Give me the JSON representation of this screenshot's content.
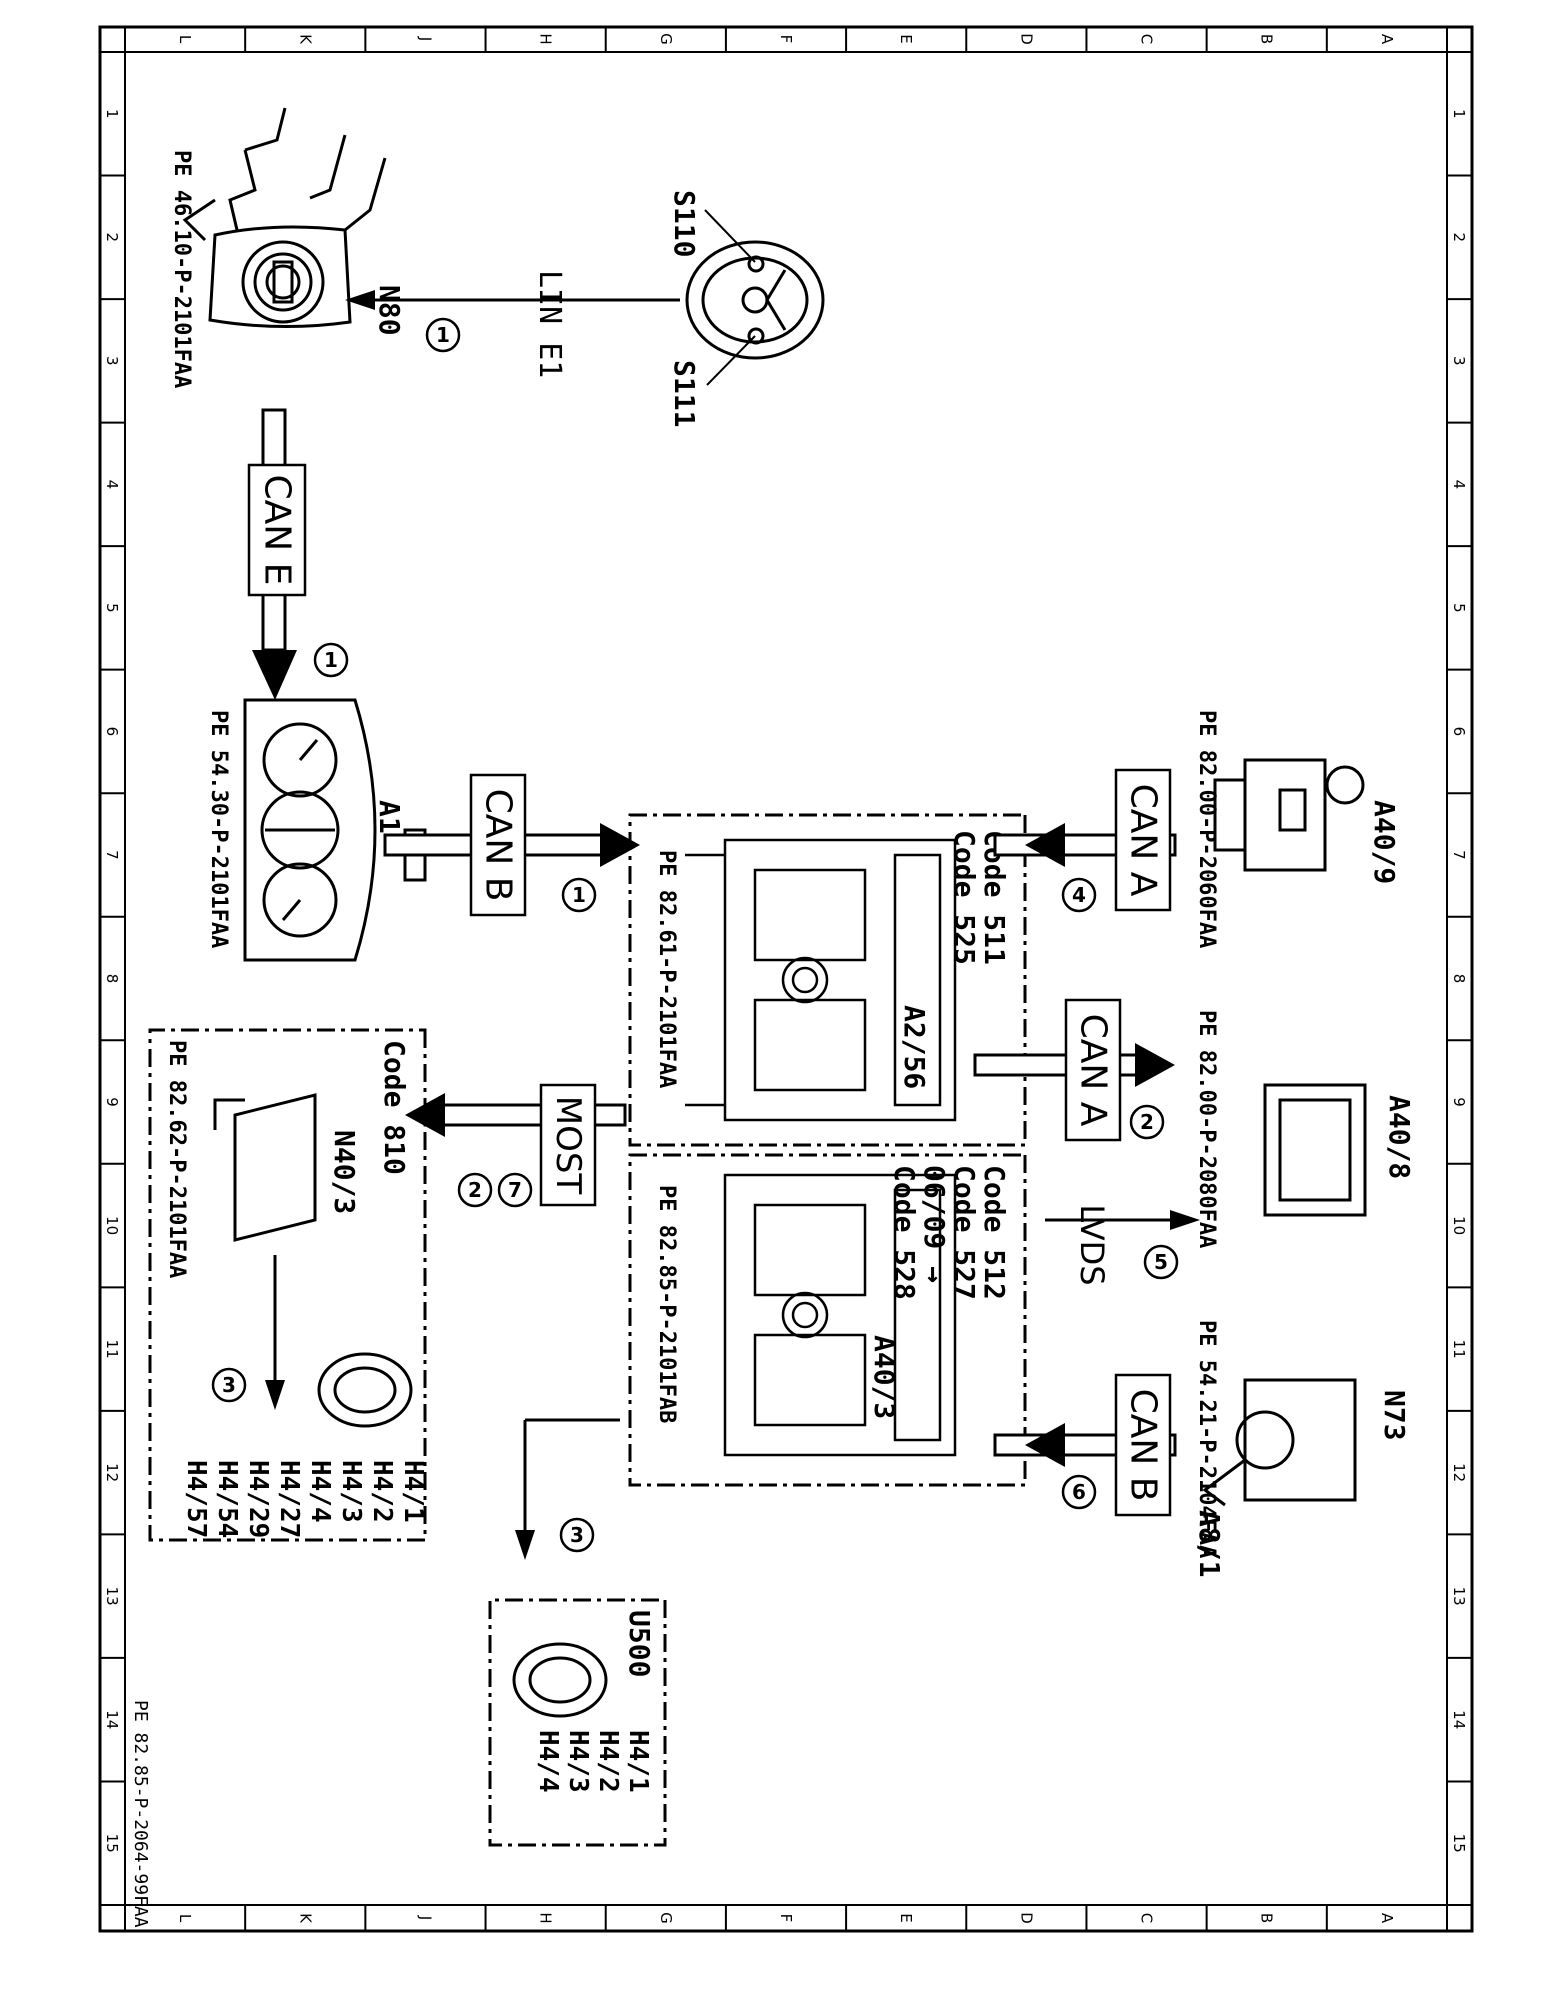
{
  "grid": {
    "letters": [
      "A",
      "B",
      "C",
      "D",
      "E",
      "F",
      "G",
      "H",
      "J",
      "K",
      "L"
    ],
    "numbers": [
      "1",
      "2",
      "3",
      "4",
      "5",
      "6",
      "7",
      "8",
      "9",
      "10",
      "11",
      "12",
      "13",
      "14",
      "15"
    ]
  },
  "doc_ref": "PE 82.85-P-2064-99FAA",
  "components": {
    "s110": "S110",
    "s111": "S111",
    "n80": "N80",
    "n80_ref": "PE 46.10-P-2101FAA",
    "a1": "A1",
    "a1_ref": "PE 54.30-P-2101FAA",
    "a40_9": "A40/9",
    "a40_9_ref": "PE 82.00-P-2060FAA",
    "a40_8": "A40/8",
    "a40_8_ref": "PE 82.00-P-2080FAA",
    "n73": "N73",
    "a8_1": "A8/1",
    "n73_ref": "PE 54.21-P-2104FAA",
    "a2_56": "A2/56",
    "a2_56_ref": "PE 82.61-P-2101FAA",
    "a2_56_code1": "Code 511",
    "a2_56_code2": "Code 525",
    "a40_3": "A40/3",
    "a40_3_ref": "PE 82.85-P-2101FAB",
    "a40_3_code1": "Code 512",
    "a40_3_code2": "Code 527",
    "a40_3_code3": "06/09 →",
    "a40_3_code4": "Code 528",
    "n40_3": "N40/3",
    "n40_3_ref": "PE 82.62-P-2101FAA",
    "n40_3_code": "Code 810",
    "n40_3_speakers": [
      "H4/1",
      "H4/2",
      "H4/3",
      "H4/4",
      "H4/27",
      "H4/29",
      "H4/54",
      "H4/57"
    ],
    "u500": "U500",
    "u500_speakers": [
      "H4/1",
      "H4/2",
      "H4/3",
      "H4/4"
    ]
  },
  "connections": {
    "lin_e1": "LIN E1",
    "can_e": "CAN E",
    "can_b_a1": "CAN B",
    "can_a_a409": "CAN A",
    "can_a_a408": "CAN A",
    "lvds": "LVDS",
    "can_b_n73": "CAN B",
    "most": "MOST"
  },
  "markers": {
    "m_lin": "1",
    "m_cane": "1",
    "m_canb": "1",
    "m_cana4": "4",
    "m_cana2": "2",
    "m_lvds": "5",
    "m_canb6": "6",
    "m_most7": "7",
    "m_most2": "2",
    "m_u500": "3",
    "m_n403": "3"
  }
}
